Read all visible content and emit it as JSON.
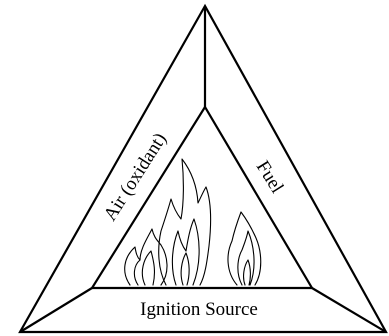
{
  "diagram": {
    "sides": {
      "left": "Air (oxidant)",
      "right": "Fuel",
      "bottom": "Ignition Source"
    },
    "center_icon": "fire-icon"
  }
}
